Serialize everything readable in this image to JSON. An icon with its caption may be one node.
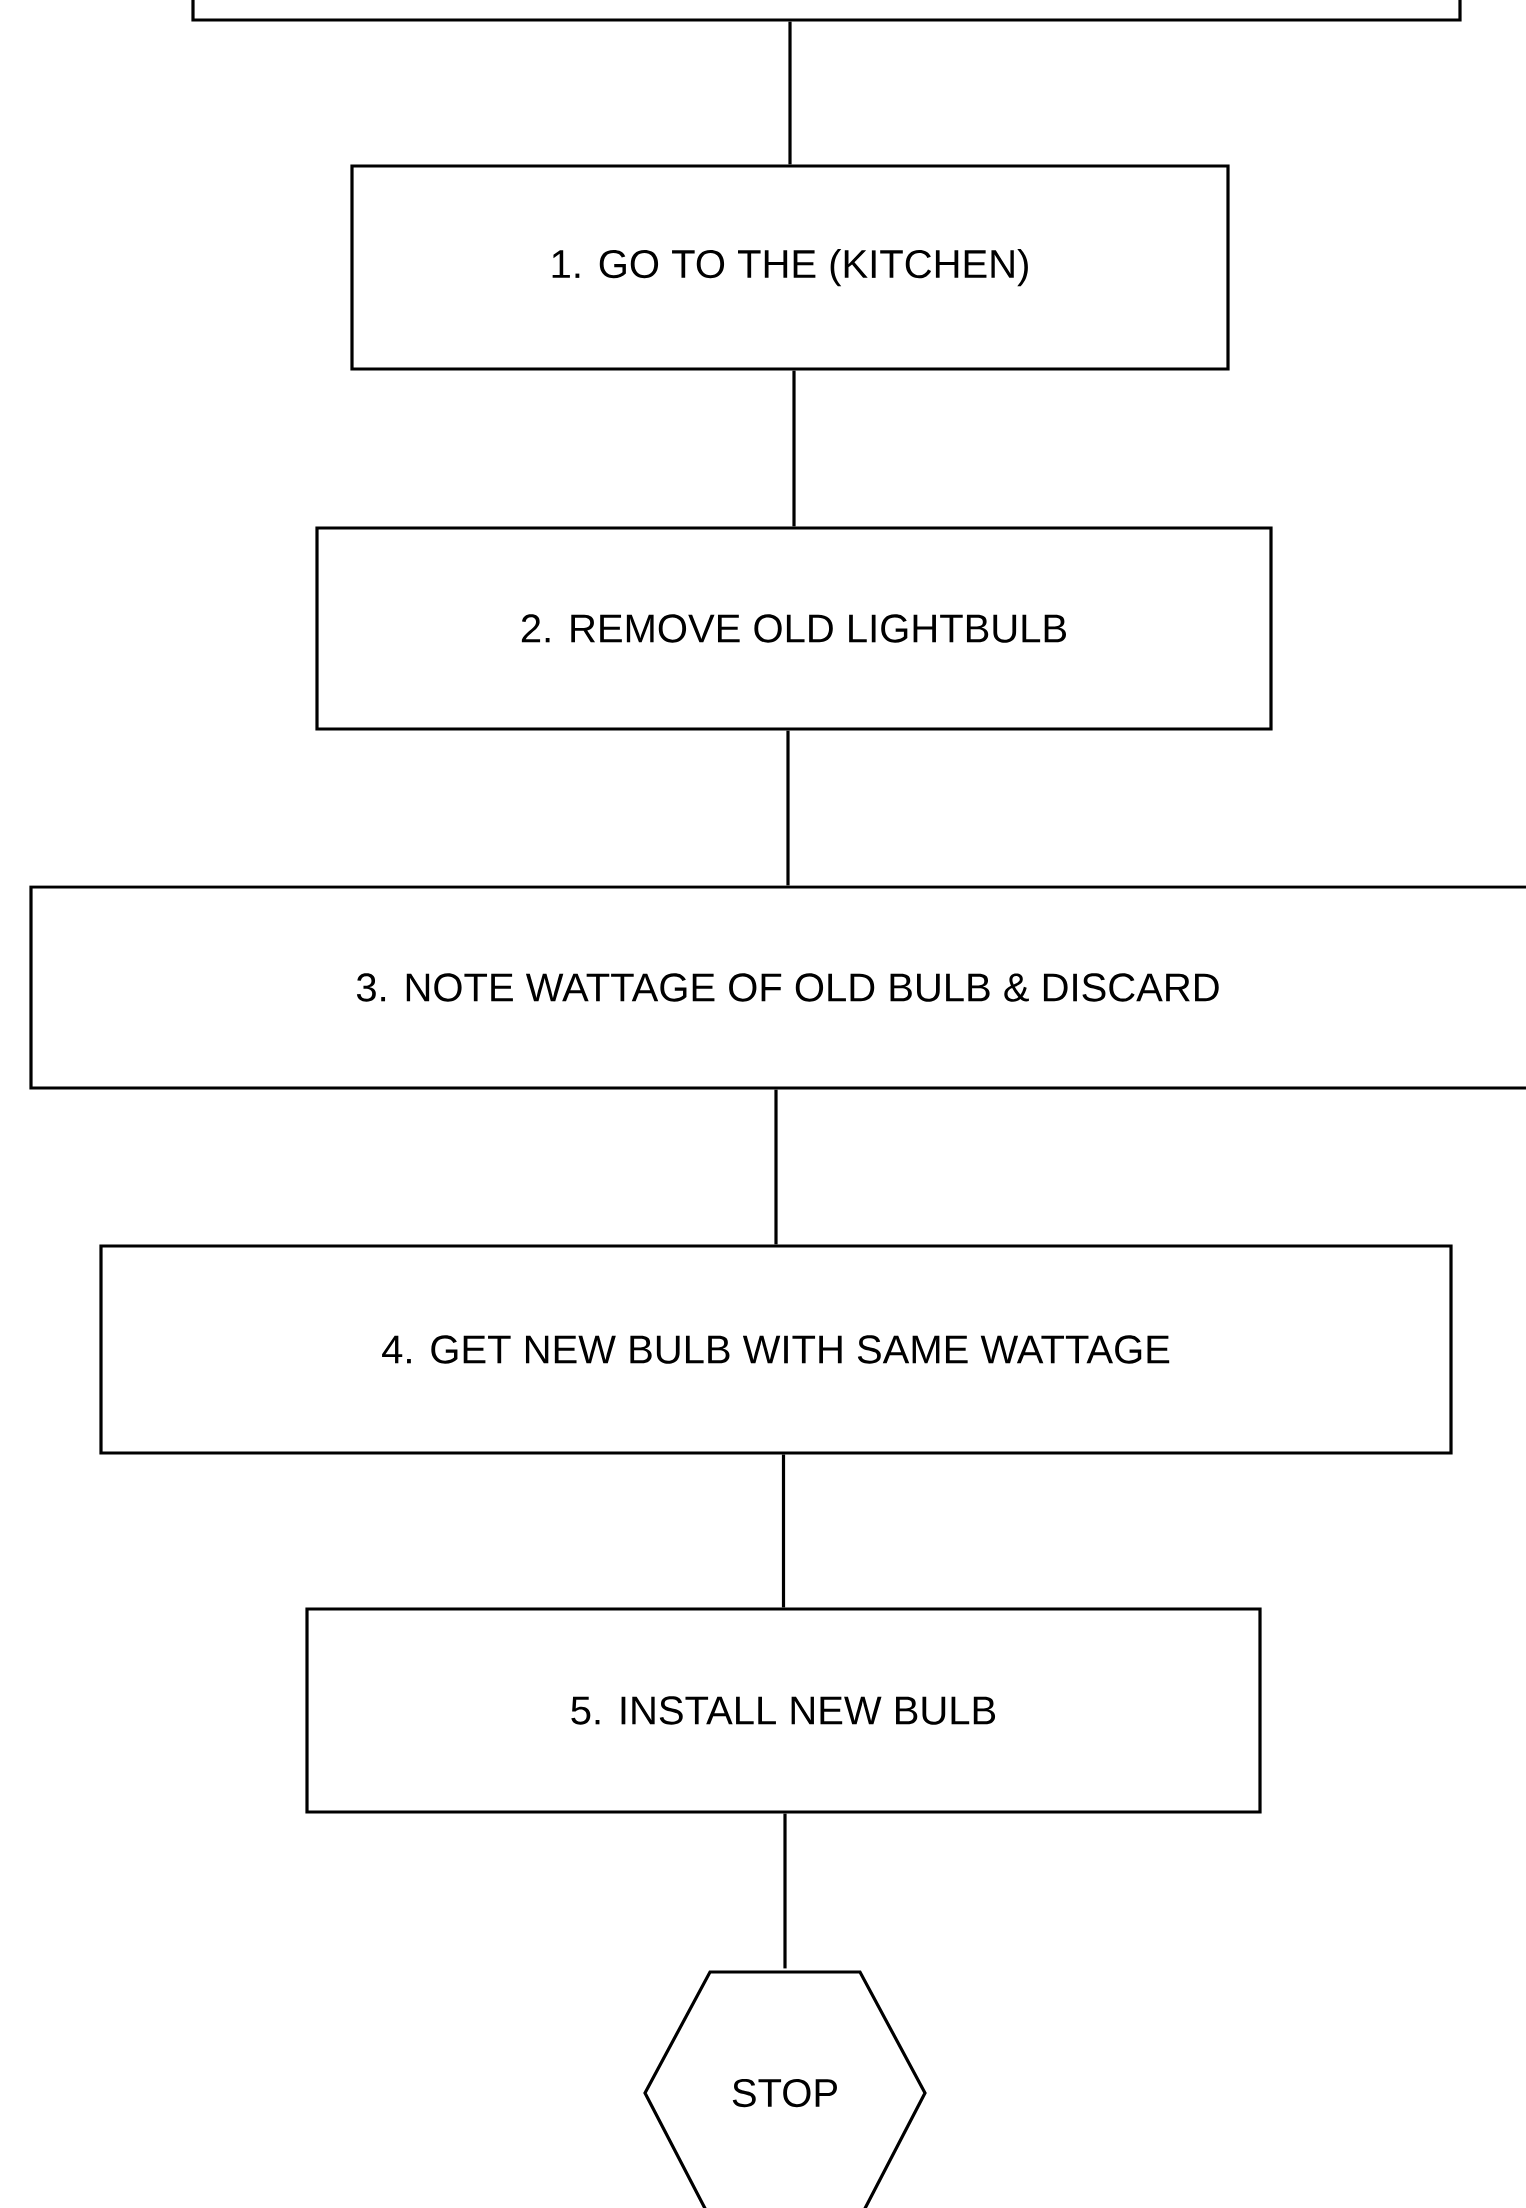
{
  "diagram": {
    "nodes": [
      {
        "text": [],
        "shape": "box"
      },
      {
        "text": [
          "1. GO TO THE (KITCHEN)"
        ]
      },
      {
        "text": [
          "2. REMOVE OLD LIGHTBULB"
        ]
      },
      {
        "text": [
          "3. NOTE WATTAGE OF OLD BULB & DISCARD"
        ]
      },
      {
        "text": [
          "4. GET NEW BULB WITH SAME WATTAGE"
        ]
      },
      {
        "text": [
          "5. INSTALL NEW BULB"
        ]
      },
      {
        "text": [
          "STOP"
        ]
      }
    ],
    "edges": [
      {
        "from": 0,
        "to": 1,
        "arrow": "none"
      },
      {
        "from": 1,
        "to": 2,
        "arrow": "none"
      },
      {
        "from": 2,
        "to": 3,
        "arrow": "none"
      },
      {
        "from": 3,
        "to": 4,
        "arrow": "none"
      },
      {
        "from": 4,
        "to": 5,
        "arrow": "none"
      },
      {
        "from": 5,
        "to": 6,
        "arrow": "none"
      }
    ]
  }
}
